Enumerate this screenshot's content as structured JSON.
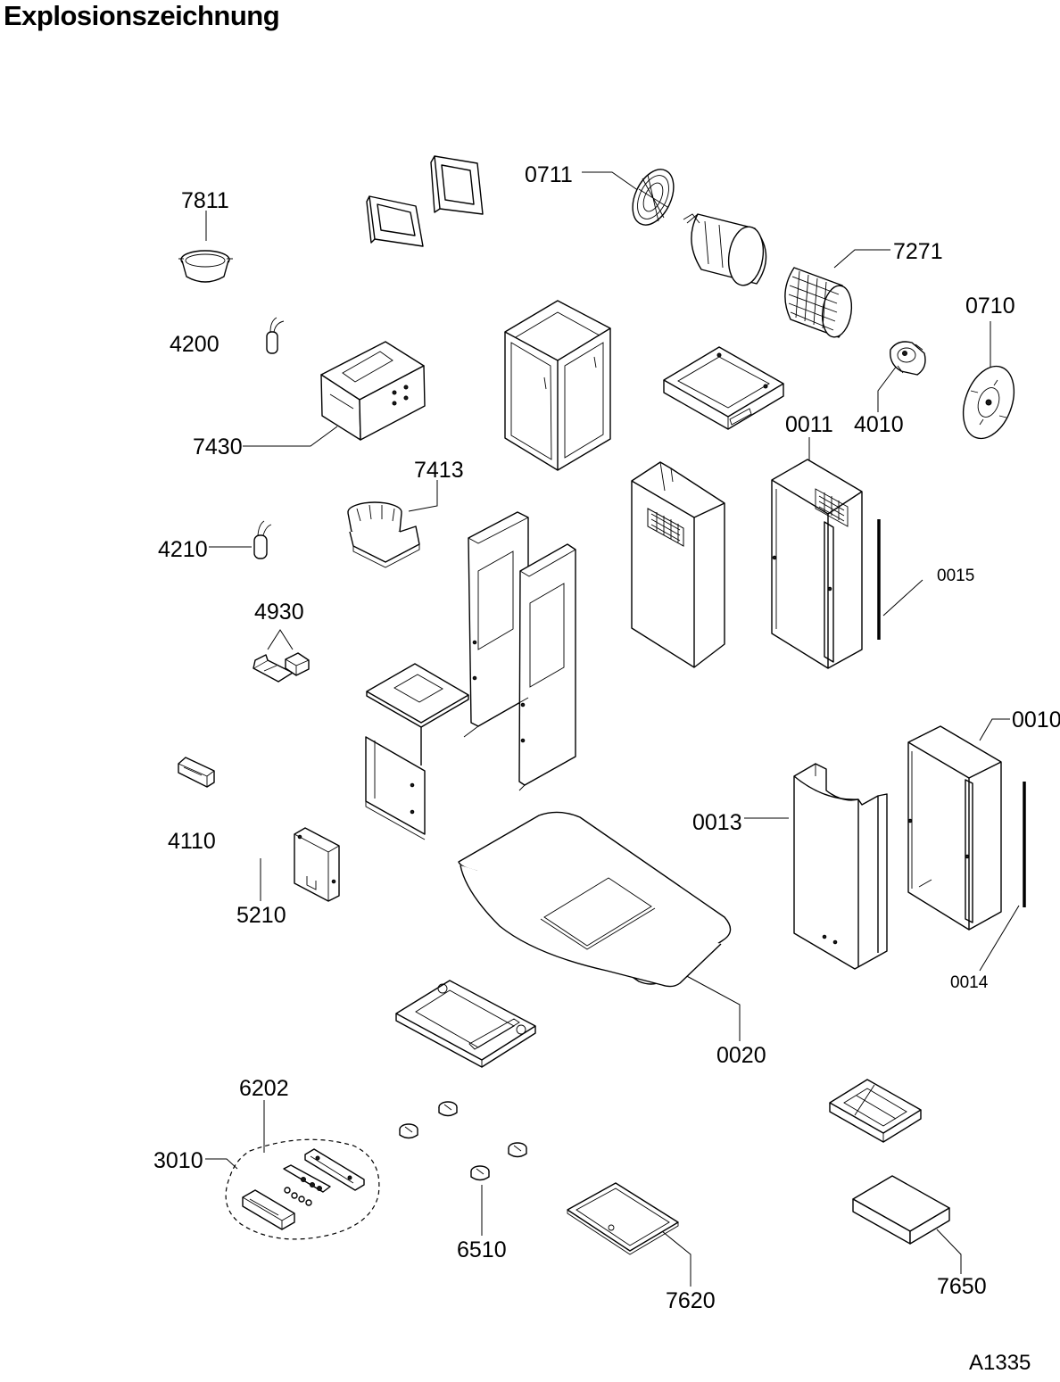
{
  "title": "Explosionszeichnung",
  "drawing_code": "A1335",
  "parts": [
    {
      "key": "p0711",
      "number": "0711"
    },
    {
      "key": "p7811",
      "number": "7811"
    },
    {
      "key": "p7271",
      "number": "7271"
    },
    {
      "key": "p0710",
      "number": "0710"
    },
    {
      "key": "p4200",
      "number": "4200"
    },
    {
      "key": "p4010",
      "number": "4010"
    },
    {
      "key": "p0011",
      "number": "0011"
    },
    {
      "key": "p7430",
      "number": "7430"
    },
    {
      "key": "p7413",
      "number": "7413"
    },
    {
      "key": "p4210",
      "number": "4210"
    },
    {
      "key": "p0015",
      "number": "0015"
    },
    {
      "key": "p4930",
      "number": "4930"
    },
    {
      "key": "p0010",
      "number": "0010"
    },
    {
      "key": "p0013",
      "number": "0013"
    },
    {
      "key": "p4110",
      "number": "4110"
    },
    {
      "key": "p5210",
      "number": "5210"
    },
    {
      "key": "p0014",
      "number": "0014"
    },
    {
      "key": "p0020",
      "number": "0020"
    },
    {
      "key": "p6202",
      "number": "6202"
    },
    {
      "key": "p3010",
      "number": "3010"
    },
    {
      "key": "p6510",
      "number": "6510"
    },
    {
      "key": "p7620",
      "number": "7620"
    },
    {
      "key": "p7650",
      "number": "7650"
    }
  ]
}
